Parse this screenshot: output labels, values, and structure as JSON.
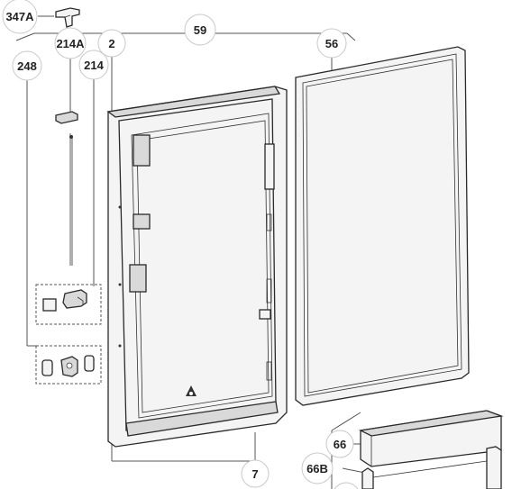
{
  "diagram": {
    "callouts": [
      {
        "id": "347a",
        "label": "347A"
      },
      {
        "id": "59",
        "label": "59"
      },
      {
        "id": "214a",
        "label": "214A"
      },
      {
        "id": "2",
        "label": "2"
      },
      {
        "id": "56",
        "label": "56"
      },
      {
        "id": "214",
        "label": "214"
      },
      {
        "id": "248",
        "label": "248"
      },
      {
        "id": "66",
        "label": "66"
      },
      {
        "id": "66b",
        "label": "66B"
      },
      {
        "id": "7",
        "label": "7"
      }
    ]
  }
}
